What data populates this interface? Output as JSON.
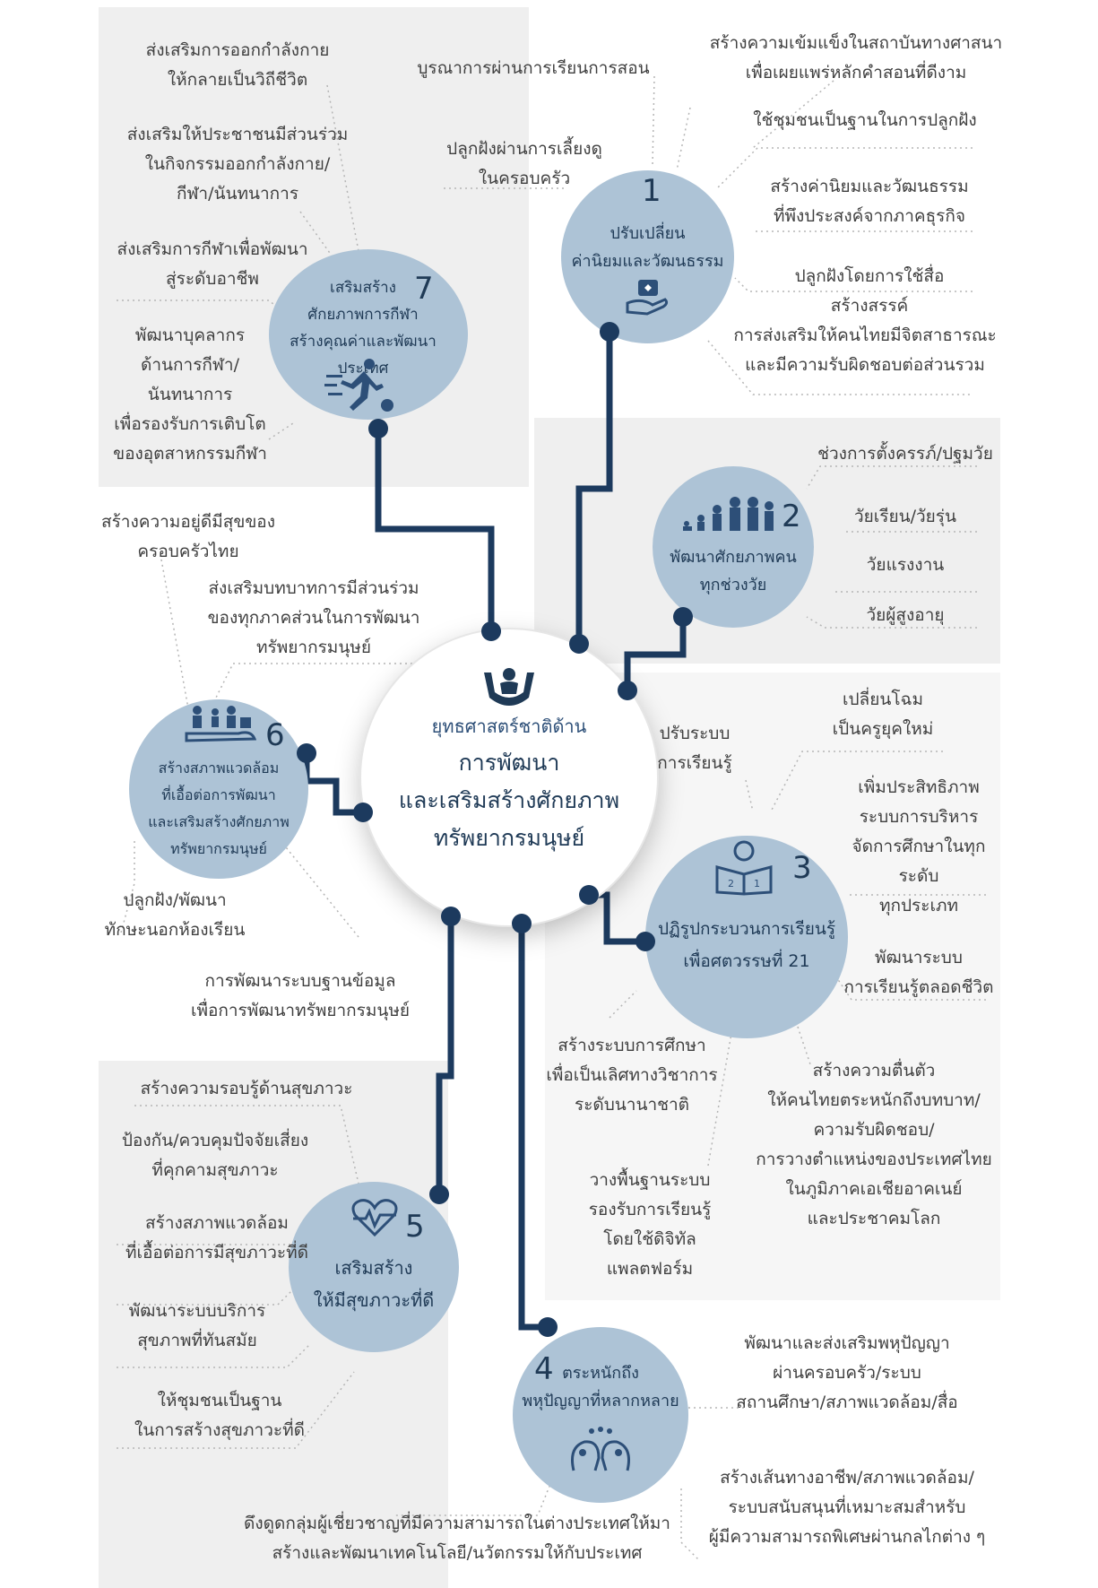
{
  "center": {
    "subtitle": "ยุทธศาสตร์ชาติด้าน",
    "title": "การพัฒนา\nและเสริมสร้างศักยภาพ\nทรัพยากรมนุษย์",
    "icon": "people-hands-icon"
  },
  "strategies": [
    {
      "number": "1",
      "title": "ปรับเปลี่ยน\nค่านิยมและวัฒนธรรม",
      "icon": "hand-heart-icon"
    },
    {
      "number": "2",
      "title": "พัฒนาศักยภาพคน\nทุกช่วงวัย",
      "icon": "growth-stages-icon"
    },
    {
      "number": "3",
      "title": "ปฏิรูปกระบวนการเรียนรู้\nเพื่อศตวรรษที่ 21",
      "icon": "reading-book-icon"
    },
    {
      "number": "4",
      "title": "ตระหนักถึง\nพหุปัญญาที่หลากหลาย",
      "icon": "brain-heads-icon"
    },
    {
      "number": "5",
      "title": "เสริมสร้าง\nให้มีสุขภาวะที่ดี",
      "icon": "heartbeat-icon"
    },
    {
      "number": "6",
      "title": "สร้างสภาพแวดล้อม\nที่เอื้อต่อการพัฒนา\nและเสริมสร้างศักยภาพ\nทรัพยากรมนุษย์",
      "icon": "family-hand-icon"
    },
    {
      "number": "7",
      "title": "เสริมสร้าง\nศักยภาพการกีฬา\nสร้างคุณค่าและพัฒนาประเทศ",
      "icon": "runner-icon"
    }
  ],
  "labels": {
    "s1": [
      "บูรณาการผ่านการเรียนการสอน",
      "ปลูกฝังผ่านการเลี้ยงดู\nในครอบครัว",
      "สร้างความเข้มแข็งในสถาบันทางศาสนา\nเพื่อเผยแพร่หลักคำสอนที่ดีงาม",
      "ใช้ชุมชนเป็นฐานในการปลูกฝัง",
      "สร้างค่านิยมและวัฒนธรรม\nที่พึงประสงค์จากภาคธุรกิจ",
      "ปลูกฝังโดยการใช้สื่อสร้างสรรค์",
      "การส่งเสริมให้คนไทยมีจิตสาธารณะ\nและมีความรับผิดชอบต่อส่วนรวม"
    ],
    "s2": [
      "ช่วงการตั้งครรภ์/ปฐมวัย",
      "วัยเรียน/วัยรุ่น",
      "วัยแรงงาน",
      "วัยผู้สูงอายุ"
    ],
    "s3": [
      "เปลี่ยนโฉม\nเป็นครูยุคใหม่",
      "ปรับระบบ\nการเรียนรู้",
      "เพิ่มประสิทธิภาพ\nระบบการบริหาร\nจัดการศึกษาในทุกระดับ\nทุกประเภท",
      "พัฒนาระบบ\nการเรียนรู้ตลอดชีวิต",
      "สร้างระบบการศึกษา\nเพื่อเป็นเลิศทางวิชาการ\nระดับนานาชาติ",
      "สร้างความตื่นตัว\nให้คนไทยตระหนักถึงบทบาท/\nความรับผิดชอบ/\nการวางตำแหน่งของประเทศไทย\nในภูมิภาคเอเชียอาคเนย์\nและประชาคมโลก",
      "วางพื้นฐานระบบ\nรองรับการเรียนรู้\nโดยใช้ดิจิทัล\nแพลตฟอร์ม"
    ],
    "s4": [
      "พัฒนาและส่งเสริมพหุปัญญา\nผ่านครอบครัว/ระบบ\nสถานศึกษา/สภาพแวดล้อม/สื่อ",
      "สร้างเส้นทางอาชีพ/สภาพแวดล้อม/\nระบบสนับสนุนที่เหมาะสมสำหรับ\nผู้มีความสามารถพิเศษผ่านกลไกต่าง ๆ",
      "ดึงดูดกลุ่มผู้เชี่ยวชาญที่มีความสามารถในต่างประเทศให้มา\nสร้างและพัฒนาเทคโนโลยี/นวัตกรรมให้กับประเทศ"
    ],
    "s5": [
      "สร้างความรอบรู้ด้านสุขภาวะ",
      "ป้องกัน/ควบคุมปัจจัยเสี่ยง\nที่คุกคามสุขภาวะ",
      "สร้างสภาพแวดล้อม\nที่เอื้อต่อการมีสุขภาวะที่ดี",
      "พัฒนาระบบบริการ\nสุขภาพที่ทันสมัย",
      "ให้ชุมชนเป็นฐาน\nในการสร้างสุขภาวะที่ดี"
    ],
    "s6": [
      "สร้างความอยู่ดีมีสุขของ\nครอบครัวไทย",
      "ส่งเสริมบทบาทการมีส่วนร่วม\nของทุกภาคส่วนในการพัฒนา\nทรัพยากรมนุษย์",
      "ปลูกฝัง/พัฒนา\nทักษะนอกห้องเรียน",
      "การพัฒนาระบบฐานข้อมูล\nเพื่อการพัฒนาทรัพยากรมนุษย์"
    ],
    "s7": [
      "ส่งเสริมการออกกำลังกาย\nให้กลายเป็นวิถีชีวิต",
      "ส่งเสริมให้ประชาชนมีส่วนร่วม\nในกิจกรรมออกกำลังกาย/\nกีฬา/นันทนาการ",
      "ส่งเสริมการกีฬาเพื่อพัฒนา\nสู่ระดับอาชีพ",
      "พัฒนาบุคลากร\nด้านการกีฬา/นันทนาการ\nเพื่อรองรับการเติบโต\nของอุตสาหกรรมกีฬา"
    ]
  },
  "colors": {
    "circle": "#adc3d6",
    "line": "#1c3a5e",
    "panel": "#efefef",
    "text": "#3f3f3f"
  }
}
